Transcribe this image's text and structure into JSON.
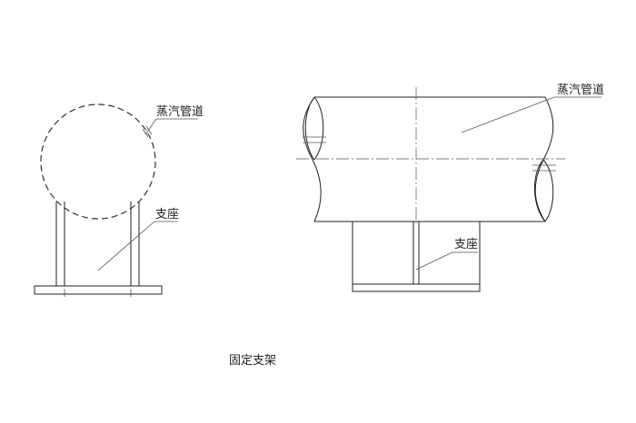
{
  "labels": {
    "left_pipe": "蒸汽管道",
    "left_support": "支座",
    "right_pipe": "蒸汽管道",
    "right_support": "支座"
  },
  "caption": "固定支架"
}
